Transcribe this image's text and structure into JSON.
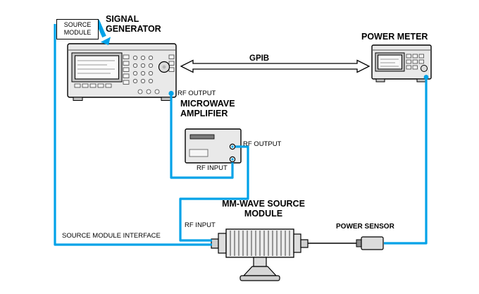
{
  "colors": {
    "cable": "#00a2e8",
    "device": "#e9e9e9",
    "screen": "#fafafa",
    "bezel": "#c6c6c6"
  },
  "labels": {
    "source_module": "SOURCE MODULE",
    "signal_generator": "SIGNAL GENERATOR",
    "power_meter": "POWER METER",
    "gpib": "GPIB",
    "sg_rf_output": "RF OUTPUT",
    "microwave_amplifier": "MICROWAVE AMPLIFIER",
    "amp_rf_output": "RF OUTPUT",
    "amp_rf_input": "RF INPUT",
    "mmwave_source_module": "MM-WAVE SOURCE MODULE",
    "module_rf_input": "RF INPUT",
    "power_sensor": "POWER SENSOR",
    "source_module_interface": "SOURCE MODULE INTERFACE"
  },
  "connections": [
    {
      "from": "signal-generator RF OUTPUT",
      "to": "microwave-amplifier RF INPUT",
      "type": "rf-cable"
    },
    {
      "from": "microwave-amplifier RF OUTPUT",
      "to": "mm-wave-source-module RF INPUT",
      "type": "rf-cable"
    },
    {
      "from": "signal-generator",
      "to": "power-meter",
      "type": "GPIB"
    },
    {
      "from": "signal-generator source module",
      "to": "mm-wave-source-module",
      "type": "SOURCE MODULE INTERFACE"
    },
    {
      "from": "mm-wave-source-module output",
      "to": "power-sensor",
      "type": "direct"
    },
    {
      "from": "power-sensor",
      "to": "power-meter",
      "type": "sensor-cable"
    }
  ]
}
